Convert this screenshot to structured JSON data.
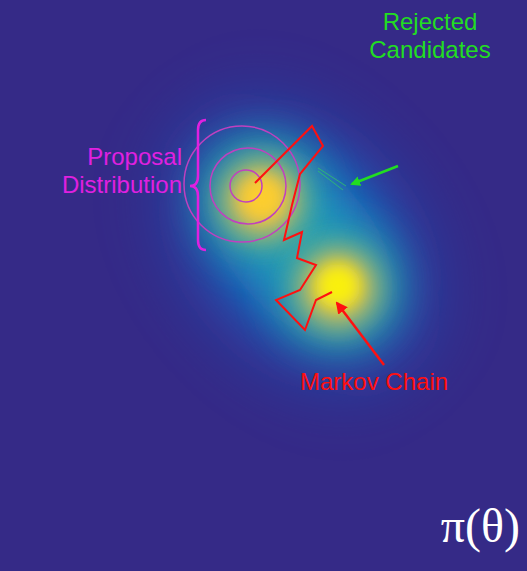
{
  "diagram": {
    "labels": [
      "Proposal Distribution",
      "Rejected Candidates",
      "Markov Chain",
      "π(θ)"
    ]
  }
}
